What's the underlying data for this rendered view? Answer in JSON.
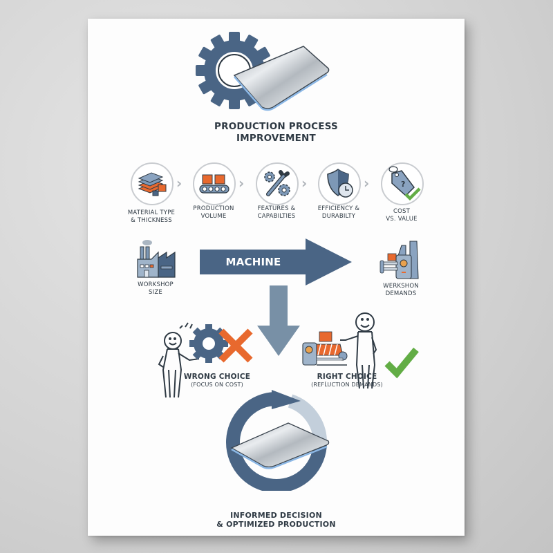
{
  "poster": {
    "title_line1": "PRODUCTION PROCESS",
    "title_line2": "IMPROVEMENT",
    "factors": [
      {
        "line1": "MATERIAL TYPE",
        "line2": "& THICKNESS",
        "icon": "stacked-sheets-icon"
      },
      {
        "line1": "PRODUCTION",
        "line2": "VOLUME",
        "icon": "conveyor-belt-icon"
      },
      {
        "line1": "FEATURES &",
        "line2": "CAPABILTIES",
        "icon": "tools-gears-icon"
      },
      {
        "line1": "EFFICIENCY &",
        "line2": "DURABILTY",
        "icon": "shield-clock-icon"
      },
      {
        "line1": "COST",
        "line2": "VS. VALUE",
        "icon": "price-tag-icon"
      }
    ],
    "workshop_size": {
      "line1": "WORKSHOP",
      "line2": "SIZE"
    },
    "machine_label": "MACHINE",
    "workshop_demands": {
      "line1": "WERKSHON",
      "line2": "DEMANDS"
    },
    "wrong_choice": {
      "title": "WRONG CHOICE",
      "subtitle": "(FOCUS ON COST)"
    },
    "right_choice": {
      "title": "RIGHT CHOICE",
      "subtitle": "(REFĹUCTION DEMANDS)"
    },
    "footer_line1": "INFORMED DECISION",
    "footer_line2": "& OPTIMIZED PRODUCTION",
    "chevron": "›"
  },
  "colors": {
    "primary_blue": "#4a6585",
    "arrow_down": "#7890a6",
    "accent_orange": "#e8692e",
    "check_green": "#62ad45",
    "text_dark": "#2f3a44",
    "steel_light": "#d9dde1"
  }
}
